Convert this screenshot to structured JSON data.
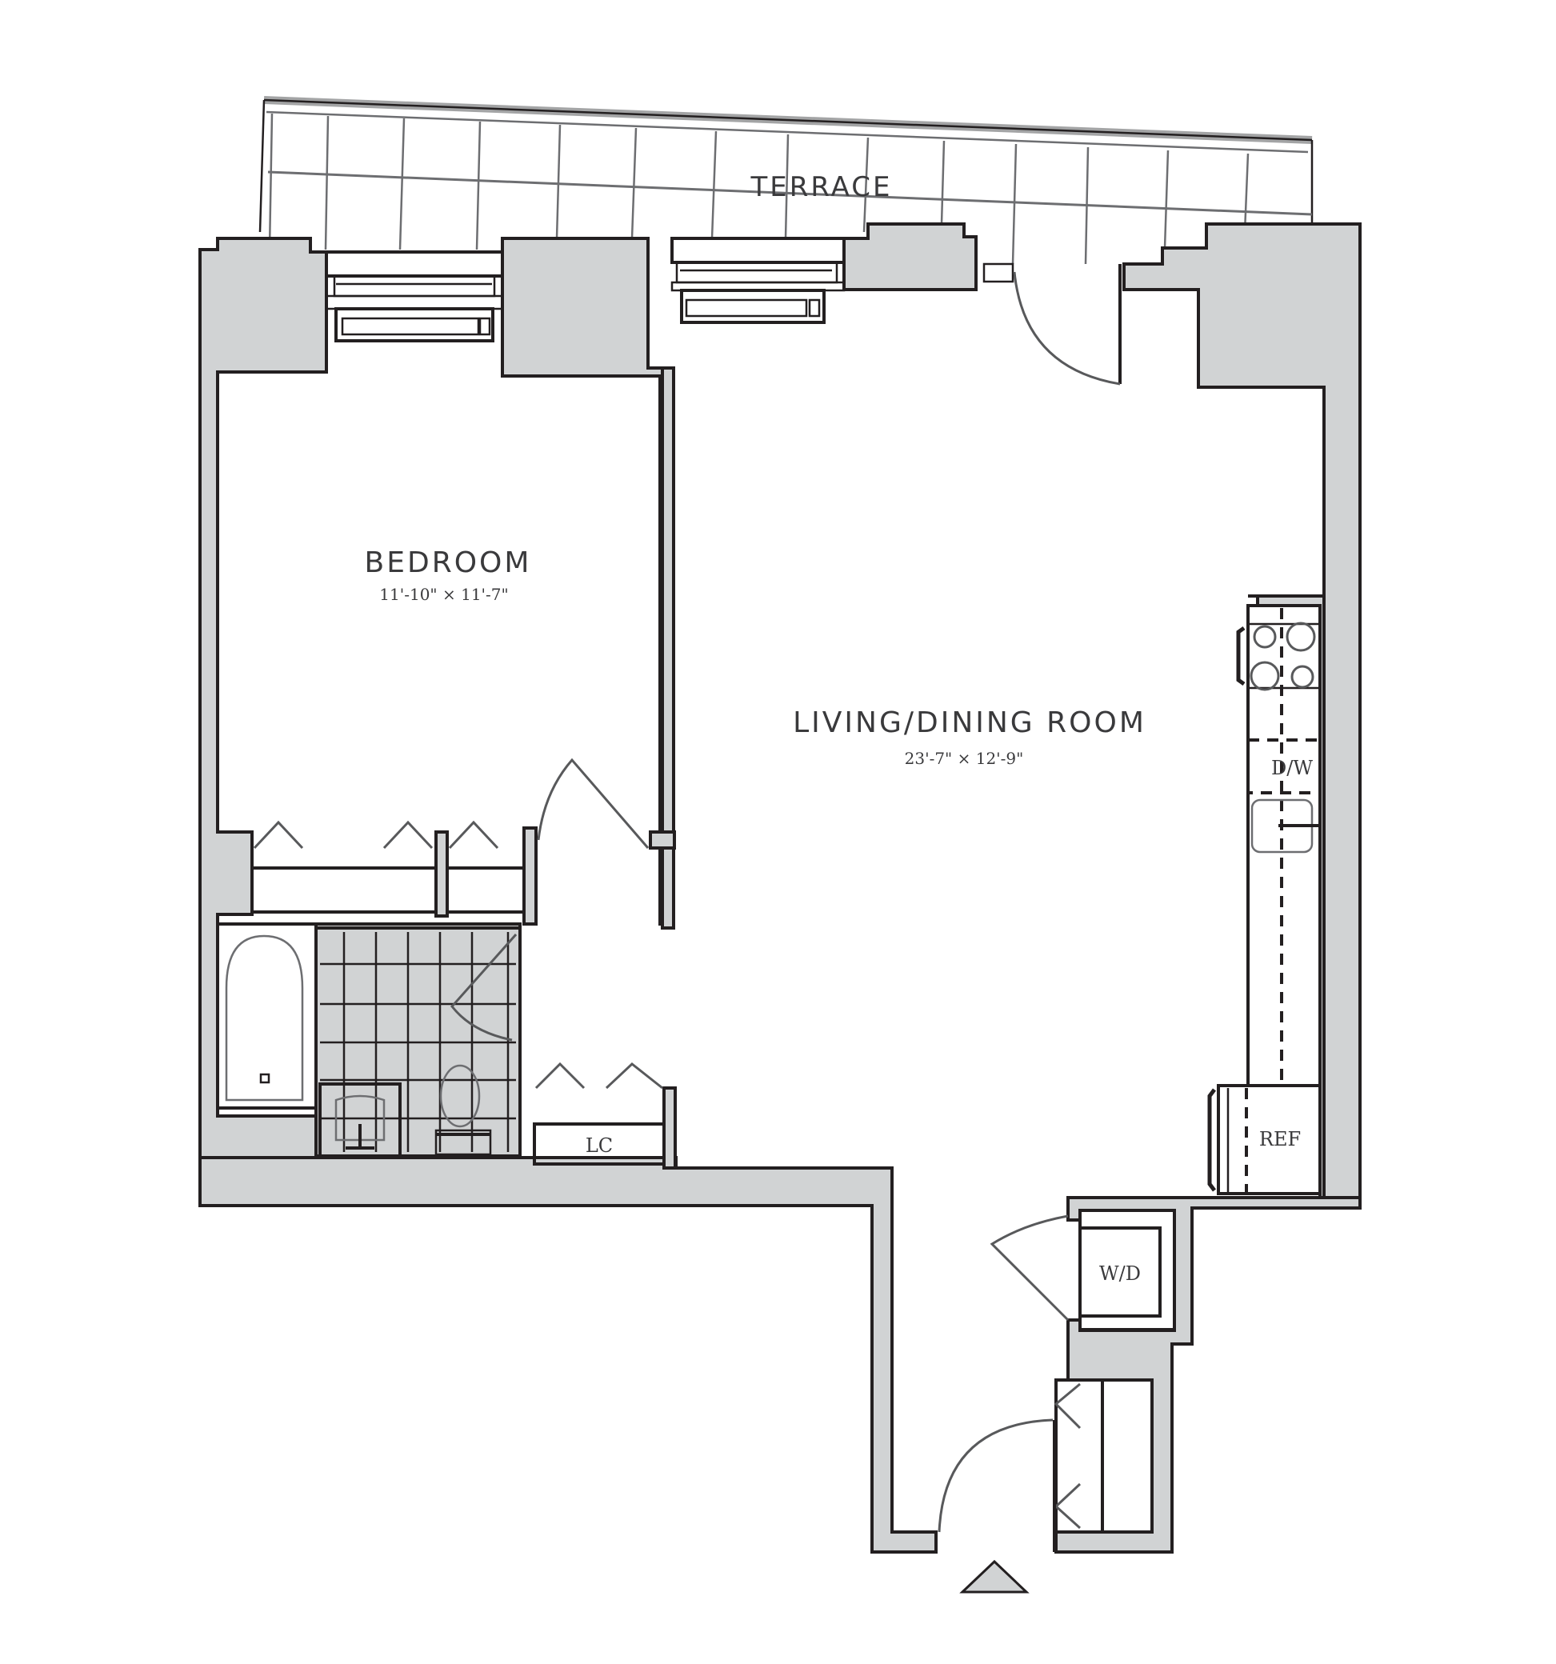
{
  "floorplan": {
    "rooms": {
      "terrace": {
        "label": "TERRACE"
      },
      "bedroom": {
        "label": "BEDROOM",
        "dimensions": "11'-10\" × 11'-7\""
      },
      "living_dining": {
        "label": "LIVING/DINING ROOM",
        "dimensions": "23'-7\" × 12'-9\""
      }
    },
    "fixtures": {
      "dishwasher": "D/W",
      "refrigerator": "REF",
      "washer_dryer": "W/D",
      "linen_closet": "LC"
    },
    "entry_marker": "entry-arrow",
    "colors": {
      "wall_fill": "#d1d3d4",
      "line": "#231f20",
      "background": "#ffffff"
    }
  }
}
